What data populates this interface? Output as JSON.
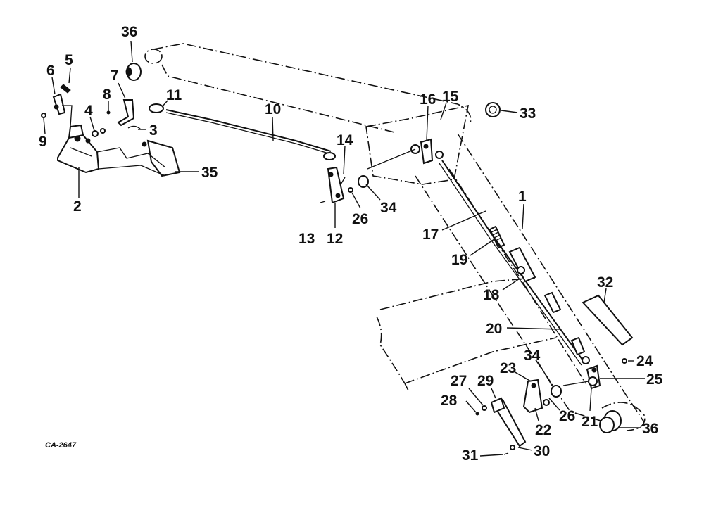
{
  "diagram": {
    "code": "CA-2647",
    "parts": {
      "p1": "1",
      "p2": "2",
      "p3": "3",
      "p4": "4",
      "p5": "5",
      "p6": "6",
      "p7": "7",
      "p8": "8",
      "p9": "9",
      "p10": "10",
      "p11": "11",
      "p12": "12",
      "p13": "13",
      "p14": "14",
      "p15": "15",
      "p16": "16",
      "p17": "17",
      "p18": "18",
      "p19": "19",
      "p20": "20",
      "p21": "21",
      "p22": "22",
      "p23": "23",
      "p24": "24",
      "p25": "25",
      "p26a": "26",
      "p26b": "26",
      "p27": "27",
      "p28": "28",
      "p29": "29",
      "p30": "30",
      "p31": "31",
      "p32": "32",
      "p33": "33",
      "p34a": "34",
      "p34b": "34",
      "p35": "35",
      "p36a": "36",
      "p36b": "36"
    }
  }
}
